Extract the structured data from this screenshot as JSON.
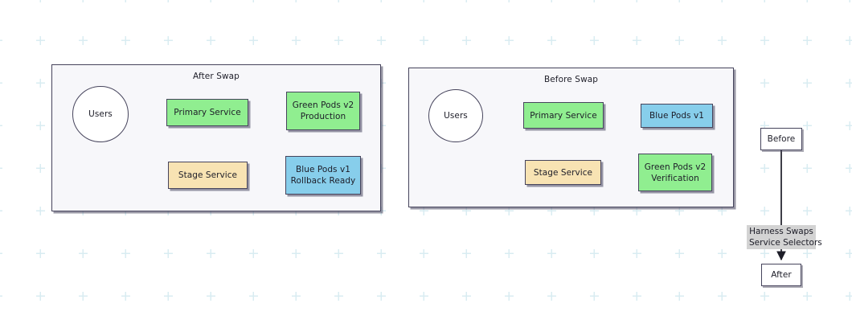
{
  "diagram": {
    "title_present": false,
    "colors": {
      "green": "#90ee90",
      "blue": "#87ceeb",
      "tan": "#f8e3b3",
      "white": "#ffffff",
      "border": "#46445c",
      "cluster_fill": "#f7f7fa",
      "edge_label_bg": "#d3d3d3",
      "grid_dot": "#d9ecf2",
      "edge_stroke": "#1d1d28"
    },
    "clusters": [
      {
        "id": "after-swap",
        "title": "After Swap",
        "nodes": [
          {
            "id": "users-after",
            "label_lines": [
              "Users"
            ],
            "shape": "circle",
            "fill": "white"
          },
          {
            "id": "primary-after",
            "label_lines": [
              "Primary Service"
            ],
            "shape": "rect",
            "fill": "green"
          },
          {
            "id": "green-pods-after",
            "label_lines": [
              "Green Pods v2",
              "Production"
            ],
            "shape": "rect",
            "fill": "green"
          },
          {
            "id": "stage-after",
            "label_lines": [
              "Stage Service"
            ],
            "shape": "rect",
            "fill": "tan"
          },
          {
            "id": "blue-pods-after",
            "label_lines": [
              "Blue Pods v1",
              "Rollback Ready"
            ],
            "shape": "rect",
            "fill": "blue"
          }
        ],
        "edges": [
          {
            "from": "users-after",
            "to": "primary-after",
            "label": ""
          },
          {
            "from": "primary-after",
            "to": "green-pods-after",
            "label": ""
          },
          {
            "from": "stage-after",
            "to": "blue-pods-after",
            "label": ""
          }
        ]
      },
      {
        "id": "before-swap",
        "title": "Before Swap",
        "nodes": [
          {
            "id": "users-before",
            "label_lines": [
              "Users"
            ],
            "shape": "circle",
            "fill": "white"
          },
          {
            "id": "primary-before",
            "label_lines": [
              "Primary Service"
            ],
            "shape": "rect",
            "fill": "green"
          },
          {
            "id": "blue-pods-before",
            "label_lines": [
              "Blue Pods v1"
            ],
            "shape": "rect",
            "fill": "blue"
          },
          {
            "id": "stage-before",
            "label_lines": [
              "Stage Service"
            ],
            "shape": "rect",
            "fill": "tan"
          },
          {
            "id": "green-pods-before",
            "label_lines": [
              "Green Pods v2",
              "Verification"
            ],
            "shape": "rect",
            "fill": "green"
          }
        ],
        "edges": [
          {
            "from": "users-before",
            "to": "primary-before",
            "label": ""
          },
          {
            "from": "primary-before",
            "to": "blue-pods-before",
            "label": ""
          },
          {
            "from": "stage-before",
            "to": "green-pods-before",
            "label": ""
          }
        ]
      }
    ],
    "timeline": {
      "id": "swap-timeline",
      "nodes": [
        {
          "id": "before-state",
          "label_lines": [
            "Before"
          ],
          "shape": "rect",
          "fill": "white"
        },
        {
          "id": "after-state",
          "label_lines": [
            "After"
          ],
          "shape": "rect",
          "fill": "white"
        }
      ],
      "edge": {
        "from": "before-state",
        "to": "after-state",
        "label_lines": [
          "Harness Swaps",
          "Service Selectors"
        ]
      }
    }
  },
  "labels": {
    "after_swap_title": "After Swap",
    "before_swap_title": "Before Swap",
    "users": "Users",
    "primary_service": "Primary Service",
    "stage_service": "Stage Service",
    "green_pods_v2_l1": "Green Pods v2",
    "green_pods_production_l2": "Production",
    "green_pods_verification_l2": "Verification",
    "blue_pods_v1": "Blue Pods v1",
    "blue_pods_rollback_l2": "Rollback Ready",
    "before_state": "Before",
    "after_state": "After",
    "harness_swaps_l1": "Harness Swaps",
    "harness_swaps_l2": "Service Selectors"
  }
}
